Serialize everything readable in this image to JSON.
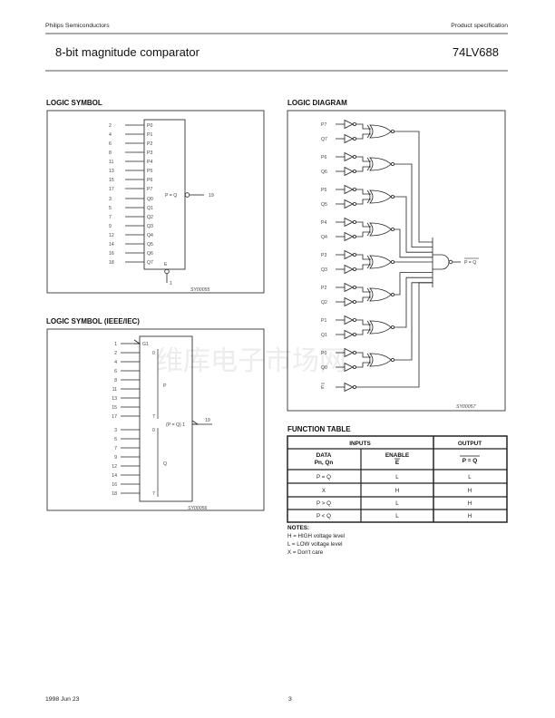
{
  "header": {
    "company": "Philips Semiconductors",
    "doc_type": "Product specification",
    "title": "8-bit magnitude comparator",
    "part": "74LV688"
  },
  "logic_symbol": {
    "title": "LOGIC SYMBOL",
    "p_pins": [
      "2",
      "4",
      "6",
      "8",
      "11",
      "13",
      "15",
      "17"
    ],
    "p_labels": [
      "P0",
      "P1",
      "P2",
      "P3",
      "P4",
      "P5",
      "P6",
      "P7"
    ],
    "q_pins": [
      "3",
      "5",
      "7",
      "9",
      "12",
      "14",
      "16",
      "18"
    ],
    "q_labels": [
      "Q0",
      "Q1",
      "Q2",
      "Q3",
      "Q4",
      "Q5",
      "Q6",
      "Q7"
    ],
    "output_label": "P = Q",
    "output_pin": "19",
    "enable_label": "E",
    "enable_pin": "1",
    "code": "SY00055"
  },
  "ieee_symbol": {
    "title": "LOGIC SYMBOL (IEEE/IEC)",
    "enable_pin": "1",
    "g1": "G1",
    "bit_start": "0",
    "bit_end": "7",
    "p_label": "P",
    "q_label": "Q",
    "output_label": "(P = Q) 1",
    "output_pin": "19",
    "code": "SY00056"
  },
  "logic_diagram": {
    "title": "LOGIC DIAGRAM",
    "pairs": [
      [
        "P7",
        "Q7"
      ],
      [
        "P6",
        "Q6"
      ],
      [
        "P5",
        "Q5"
      ],
      [
        "P4",
        "Q4"
      ],
      [
        "P3",
        "Q3"
      ],
      [
        "P2",
        "Q2"
      ],
      [
        "P1",
        "Q1"
      ],
      [
        "P0",
        "Q0"
      ]
    ],
    "enable_label": "E",
    "output_label": "P = Q",
    "code": "SY00057"
  },
  "function_table": {
    "title": "FUNCTION TABLE",
    "group_inputs": "INPUTS",
    "group_output": "OUTPUT",
    "col_data_1": "DATA",
    "col_data_2": "Pn, Qn",
    "col_enable_1": "ENABLE",
    "col_enable_2": "E",
    "col_output": "P = Q",
    "rows": [
      [
        "P = Q",
        "L",
        "L"
      ],
      [
        "X",
        "H",
        "H"
      ],
      [
        "P > Q",
        "L",
        "H"
      ],
      [
        "P < Q",
        "L",
        "H"
      ]
    ],
    "notes_title": "NOTES:",
    "notes": [
      "H = HIGH voltage level",
      "L = LOW voltage level",
      "X = Don't care"
    ]
  },
  "watermark": "维库电子市场网",
  "footer": {
    "date": "1998 Jun 23",
    "page": "3"
  }
}
